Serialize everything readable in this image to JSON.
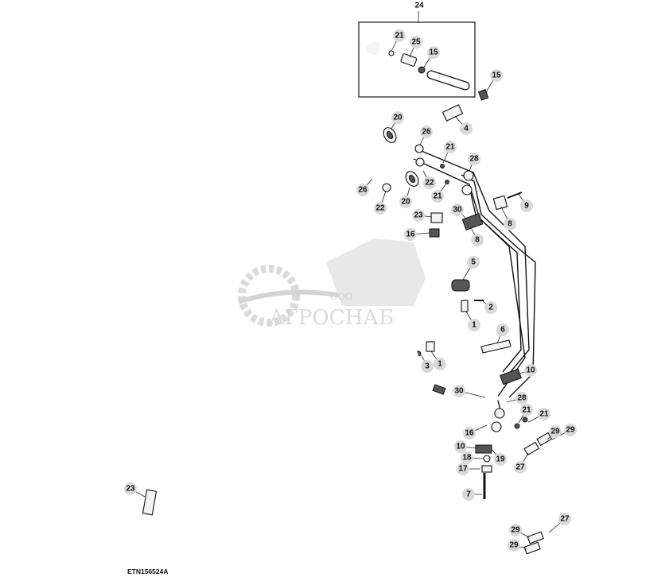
{
  "diagram": {
    "code": "ETN156524A",
    "watermark": {
      "company": "ООО",
      "name": "АГРОСНАБ"
    },
    "callouts": [
      {
        "label": "24"
      },
      {
        "label": "21"
      },
      {
        "label": "25"
      },
      {
        "label": "15"
      },
      {
        "label": "15"
      },
      {
        "label": "4"
      },
      {
        "label": "20"
      },
      {
        "label": "26"
      },
      {
        "label": "21"
      },
      {
        "label": "28"
      },
      {
        "label": "22"
      },
      {
        "label": "26"
      },
      {
        "label": "20"
      },
      {
        "label": "21"
      },
      {
        "label": "22"
      },
      {
        "label": "9"
      },
      {
        "label": "8"
      },
      {
        "label": "23"
      },
      {
        "label": "30"
      },
      {
        "label": "8"
      },
      {
        "label": "16"
      },
      {
        "label": "5"
      },
      {
        "label": "2"
      },
      {
        "label": "1"
      },
      {
        "label": "6"
      },
      {
        "label": "3"
      },
      {
        "label": "1"
      },
      {
        "label": "10"
      },
      {
        "label": "30"
      },
      {
        "label": "28"
      },
      {
        "label": "21"
      },
      {
        "label": "21"
      },
      {
        "label": "16"
      },
      {
        "label": "29"
      },
      {
        "label": "29"
      },
      {
        "label": "10"
      },
      {
        "label": "18"
      },
      {
        "label": "19"
      },
      {
        "label": "27"
      },
      {
        "label": "17"
      },
      {
        "label": "23"
      },
      {
        "label": "7"
      },
      {
        "label": "27"
      },
      {
        "label": "29"
      },
      {
        "label": "29"
      }
    ]
  }
}
